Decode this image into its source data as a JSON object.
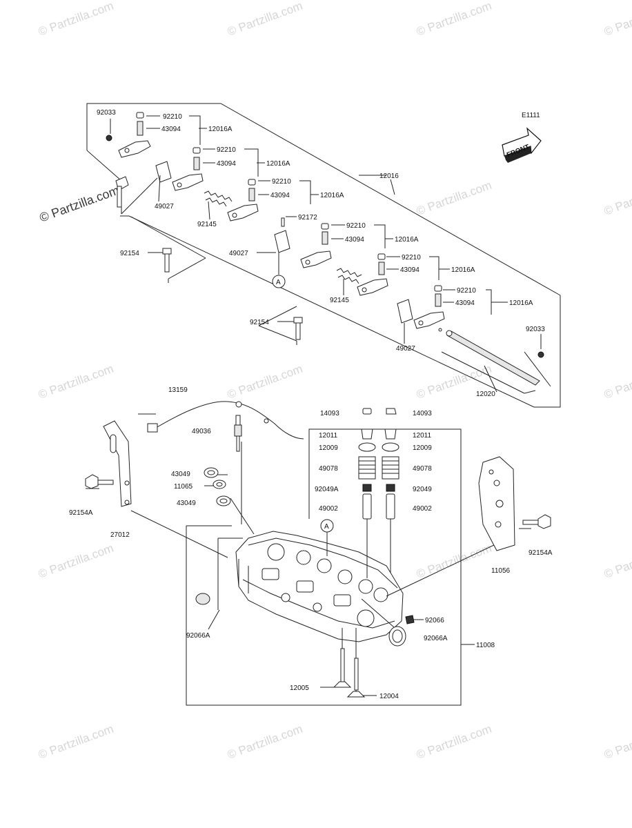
{
  "diagram_code": "E1111",
  "front_label": "FRONT",
  "watermark": "© Partzilla.com",
  "callout_ref": "A",
  "labels": {
    "p92033a": "92033",
    "p92210a": "92210",
    "p43094a": "43094",
    "p12016Aa": "12016A",
    "p92210b": "92210",
    "p43094b": "43094",
    "p12016Ab": "12016A",
    "p92210c": "92210",
    "p43094c": "43094",
    "p12016Ac": "12016A",
    "p12016": "12016",
    "p49027a": "49027",
    "p92145a": "92145",
    "p92172": "92172",
    "p92154a": "92154",
    "p49027b": "49027",
    "p92210d": "92210",
    "p43094d": "43094",
    "p12016Ad": "12016A",
    "p92210e": "92210",
    "p43094e": "43094",
    "p12016Ae": "12016A",
    "p92145b": "92145",
    "p92210f": "92210",
    "p43094f": "43094",
    "p12016Af": "12016A",
    "p92033b": "92033",
    "p92154b": "92154",
    "p49027c": "49027",
    "p12020": "12020",
    "p13159": "13159",
    "p14093a": "14093",
    "p14093b": "14093",
    "p49036": "49036",
    "p12011a": "12011",
    "p12011b": "12011",
    "p12009a": "12009",
    "p12009b": "12009",
    "p43049a": "43049",
    "p49078a": "49078",
    "p49078b": "49078",
    "p11065": "11065",
    "p92154Aa": "92154A",
    "p92049A": "92049A",
    "p92049": "92049",
    "p43049b": "43049",
    "p49002a": "49002",
    "p49002b": "49002",
    "p27012": "27012",
    "p92154Ab": "92154A",
    "p11056": "11056",
    "p92066": "92066",
    "p92066Aa": "92066A",
    "p92066Ab": "92066A",
    "p11008": "11008",
    "p12005": "12005",
    "p12004": "12004"
  }
}
